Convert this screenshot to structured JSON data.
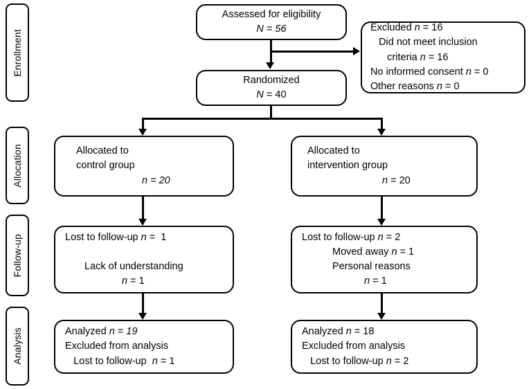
{
  "diagram": {
    "title": "CONSORT participant flow diagram",
    "type": "flowchart",
    "line_color": "#000000",
    "background_color": "#ffffff"
  },
  "stages": [
    {
      "label": "Enrollment"
    },
    {
      "label": "Allocation"
    },
    {
      "label": "Follow-up"
    },
    {
      "label": "Analysis"
    }
  ],
  "nodes": {
    "assessed": {
      "line1": "Assessed for eligibility",
      "line2_symbol": "N",
      "line2_rest": " = 56"
    },
    "excluded": {
      "line1_pre": "Excluded ",
      "line1_symbol": "n",
      "line1_rest": " = 16",
      "line2": "   Did not meet inclusion",
      "line3_pre": "      criteria ",
      "line3_symbol": "n",
      "line3_rest": " = 16",
      "line4_pre": "No informed consent ",
      "line4_symbol": "n",
      "line4_rest": " = 0",
      "line5_pre": "Other reasons ",
      "line5_symbol": "n",
      "line5_rest": " = 0"
    },
    "randomized": {
      "line1": "Randomized",
      "line2_symbol": "N",
      "line2_rest": " = 40"
    },
    "alloc_control": {
      "line1": "Allocated to",
      "line2": "control group",
      "line3_symbol": "n = 20"
    },
    "alloc_intervention": {
      "line1": "Allocated to",
      "line2": "intervention group",
      "line3_symbol": "n",
      "line3_rest": " = 20"
    },
    "followup_control": {
      "line1_pre": "Lost to follow-up ",
      "line1_symbol": "n",
      "line1_rest": " =  1",
      "line2": "Lack of understanding",
      "line3_symbol": "n",
      "line3_rest": " = 1"
    },
    "followup_intervention": {
      "line1_pre": "Lost to follow-up ",
      "line1_symbol": "n",
      "line1_rest": " = 2",
      "line2_pre": "Moved away ",
      "line2_symbol": "n",
      "line2_rest": " = 1",
      "line3": "Personal reasons",
      "line4_symbol": "n",
      "line4_rest": " = 1"
    },
    "analysis_control": {
      "line1_pre": "Analyzed ",
      "line1_symbol": "n = 19",
      "line2": "Excluded from analysis",
      "line3_pre": "   Lost to follow-up  ",
      "line3_symbol": "n",
      "line3_rest": " = 1"
    },
    "analysis_intervention": {
      "line1_pre": "Analyzed ",
      "line1_symbol": "n",
      "line1_rest": " = 18",
      "line2": "Excluded from analysis",
      "line3_pre": "   Lost to follow-up ",
      "line3_symbol": "n",
      "line3_rest": " = 2"
    }
  }
}
